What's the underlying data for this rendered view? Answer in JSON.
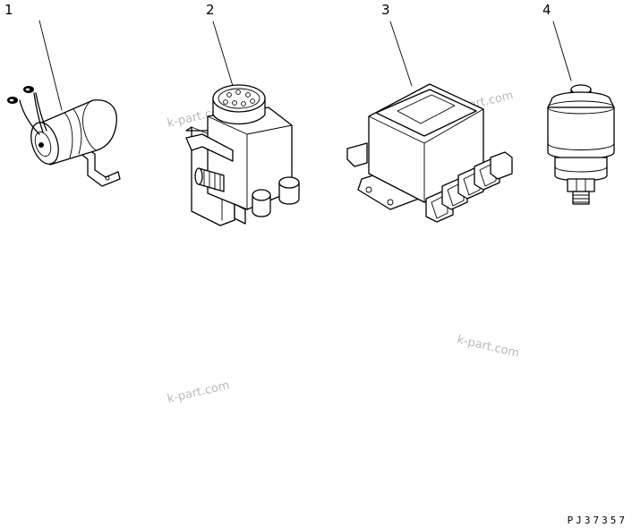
{
  "parts": [
    {
      "callout": "1",
      "icon": "ignition-coil-icon"
    },
    {
      "callout": "2",
      "icon": "bracket-relay-icon"
    },
    {
      "callout": "3",
      "icon": "regulator-box-icon"
    },
    {
      "callout": "4",
      "icon": "pressure-switch-icon"
    }
  ],
  "watermarks": [
    "k-part.com",
    "k-part.com",
    "k-part.com",
    "k-part.com"
  ],
  "reference_code": "PJ37357",
  "colors": {
    "line": "#000000",
    "watermark": "#b8b8b8",
    "background": "#ffffff"
  }
}
